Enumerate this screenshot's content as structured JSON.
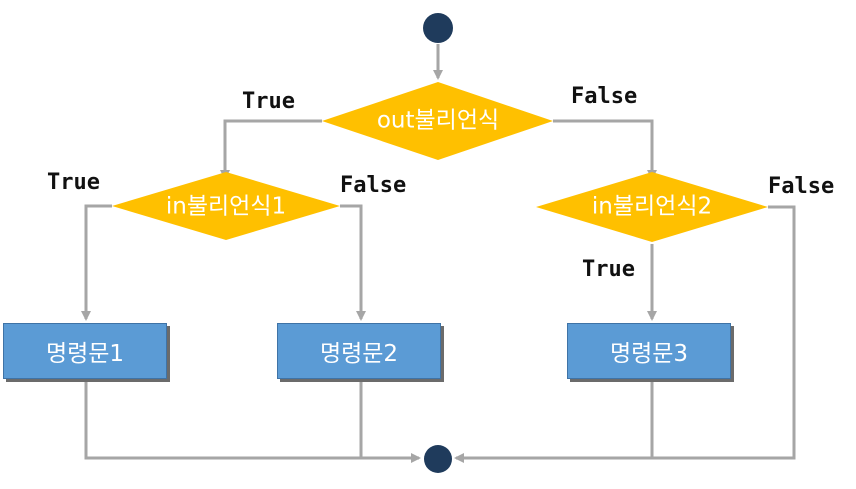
{
  "colors": {
    "decision_fill": "#ffc000",
    "process_fill": "#5b9bd5",
    "connector": "#a6a6a6",
    "terminal": "#1f3b5c",
    "text_dark": "#111111",
    "text_light": "#ffffff"
  },
  "decisions": {
    "outer": "out불리언식",
    "inner1": "in불리언식1",
    "inner2": "in불리언식2"
  },
  "statements": {
    "s1": "명령문1",
    "s2": "명령문2",
    "s3": "명령문3"
  },
  "edge_labels": {
    "outer_true": "True",
    "outer_false": "False",
    "inner1_true": "True",
    "inner1_false": "False",
    "inner2_true": "True",
    "inner2_false": "False"
  }
}
